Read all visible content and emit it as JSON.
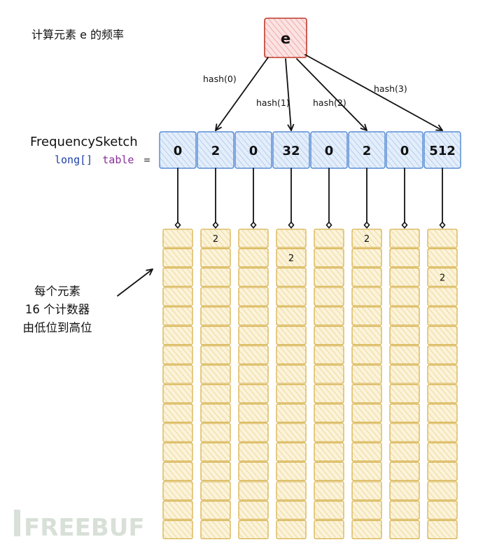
{
  "title": "计算元素 e 的频率",
  "element": {
    "label": "e",
    "fill": "#f7d3d3",
    "stroke": "#c0392b"
  },
  "hash_labels": [
    "hash(0)",
    "hash(1)",
    "hash(2)",
    "hash(3)"
  ],
  "sketch": {
    "class_name": "FrequencySketch",
    "decl_type": "long[]",
    "decl_var": "table",
    "decl_op": "=",
    "cell_fill": "#dbe8f7",
    "cell_stroke": "#5b8ed6",
    "values": [
      "0",
      "2",
      "0",
      "32",
      "0",
      "2",
      "0",
      "512"
    ],
    "hash_targets": [
      1,
      3,
      5,
      7
    ]
  },
  "counters": {
    "per_column": 16,
    "fill": "#f8ecc8",
    "stroke": "#d7b24e",
    "marks": [
      {
        "column": 1,
        "slot": 0,
        "value": "2"
      },
      {
        "column": 3,
        "slot": 1,
        "value": "2"
      },
      {
        "column": 5,
        "slot": 0,
        "value": "2"
      },
      {
        "column": 7,
        "slot": 2,
        "value": "2"
      }
    ]
  },
  "note": {
    "lines": [
      "每个元素",
      "16 个计数器",
      "由低位到高位"
    ]
  },
  "watermark": "FREEBUF"
}
